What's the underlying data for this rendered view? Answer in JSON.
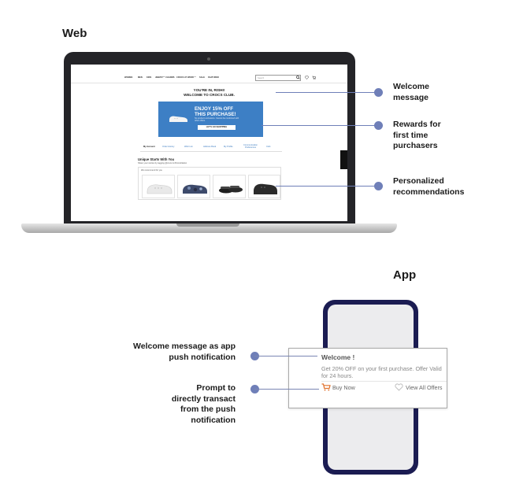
{
  "headings": {
    "web": "Web",
    "app": "App"
  },
  "web_labels": {
    "welcome": "Welcome message",
    "rewards": "Rewards for first time purchasers",
    "personalized": "Personalized recommendations"
  },
  "app_labels": {
    "welcome_push": "Welcome message as app push notification",
    "prompt": "Prompt to directly transact from the push notification"
  },
  "website": {
    "nav": [
      "WOMEN",
      "MEN",
      "KIDS",
      "JIBBITZ™ CHARMS",
      "CROCS AT WORK™",
      "SALE",
      "FEATURED"
    ],
    "search_placeholder": "Search",
    "welcome_line1": "YOU'RE IN, RISHI!",
    "welcome_line2": "WELCOME TO CROCS CLUB.",
    "banner_title_1": "ENJOY 15% OFF",
    "banner_title_2": "THIS PURCHASE!",
    "banner_sub": "No product exclusions. Cannot be combined with other offers.",
    "banner_button": "LET'S GO SHOPPING",
    "tabs": [
      "My Account",
      "Order History",
      "Wish List",
      "Address Book",
      "My Profile",
      "Communication Preferences",
      "Club"
    ],
    "unique_title": "Unique Starts With You",
    "unique_sub": "Share your stories by tagging @crocs & #CrocsNation",
    "reco_label": "We recommend for you"
  },
  "notification": {
    "title": "Welcome !",
    "body": "Get 20% OFF on your first purchase. Offer Valid for 24 hours.",
    "buy_now": "Buy Now",
    "view_all": "View All Offers"
  },
  "colors": {
    "accent_dot": "#6f7fb8",
    "banner_blue": "#3d7fc5",
    "phone_frame": "#1b1c52",
    "cart_icon": "#e0702b"
  }
}
